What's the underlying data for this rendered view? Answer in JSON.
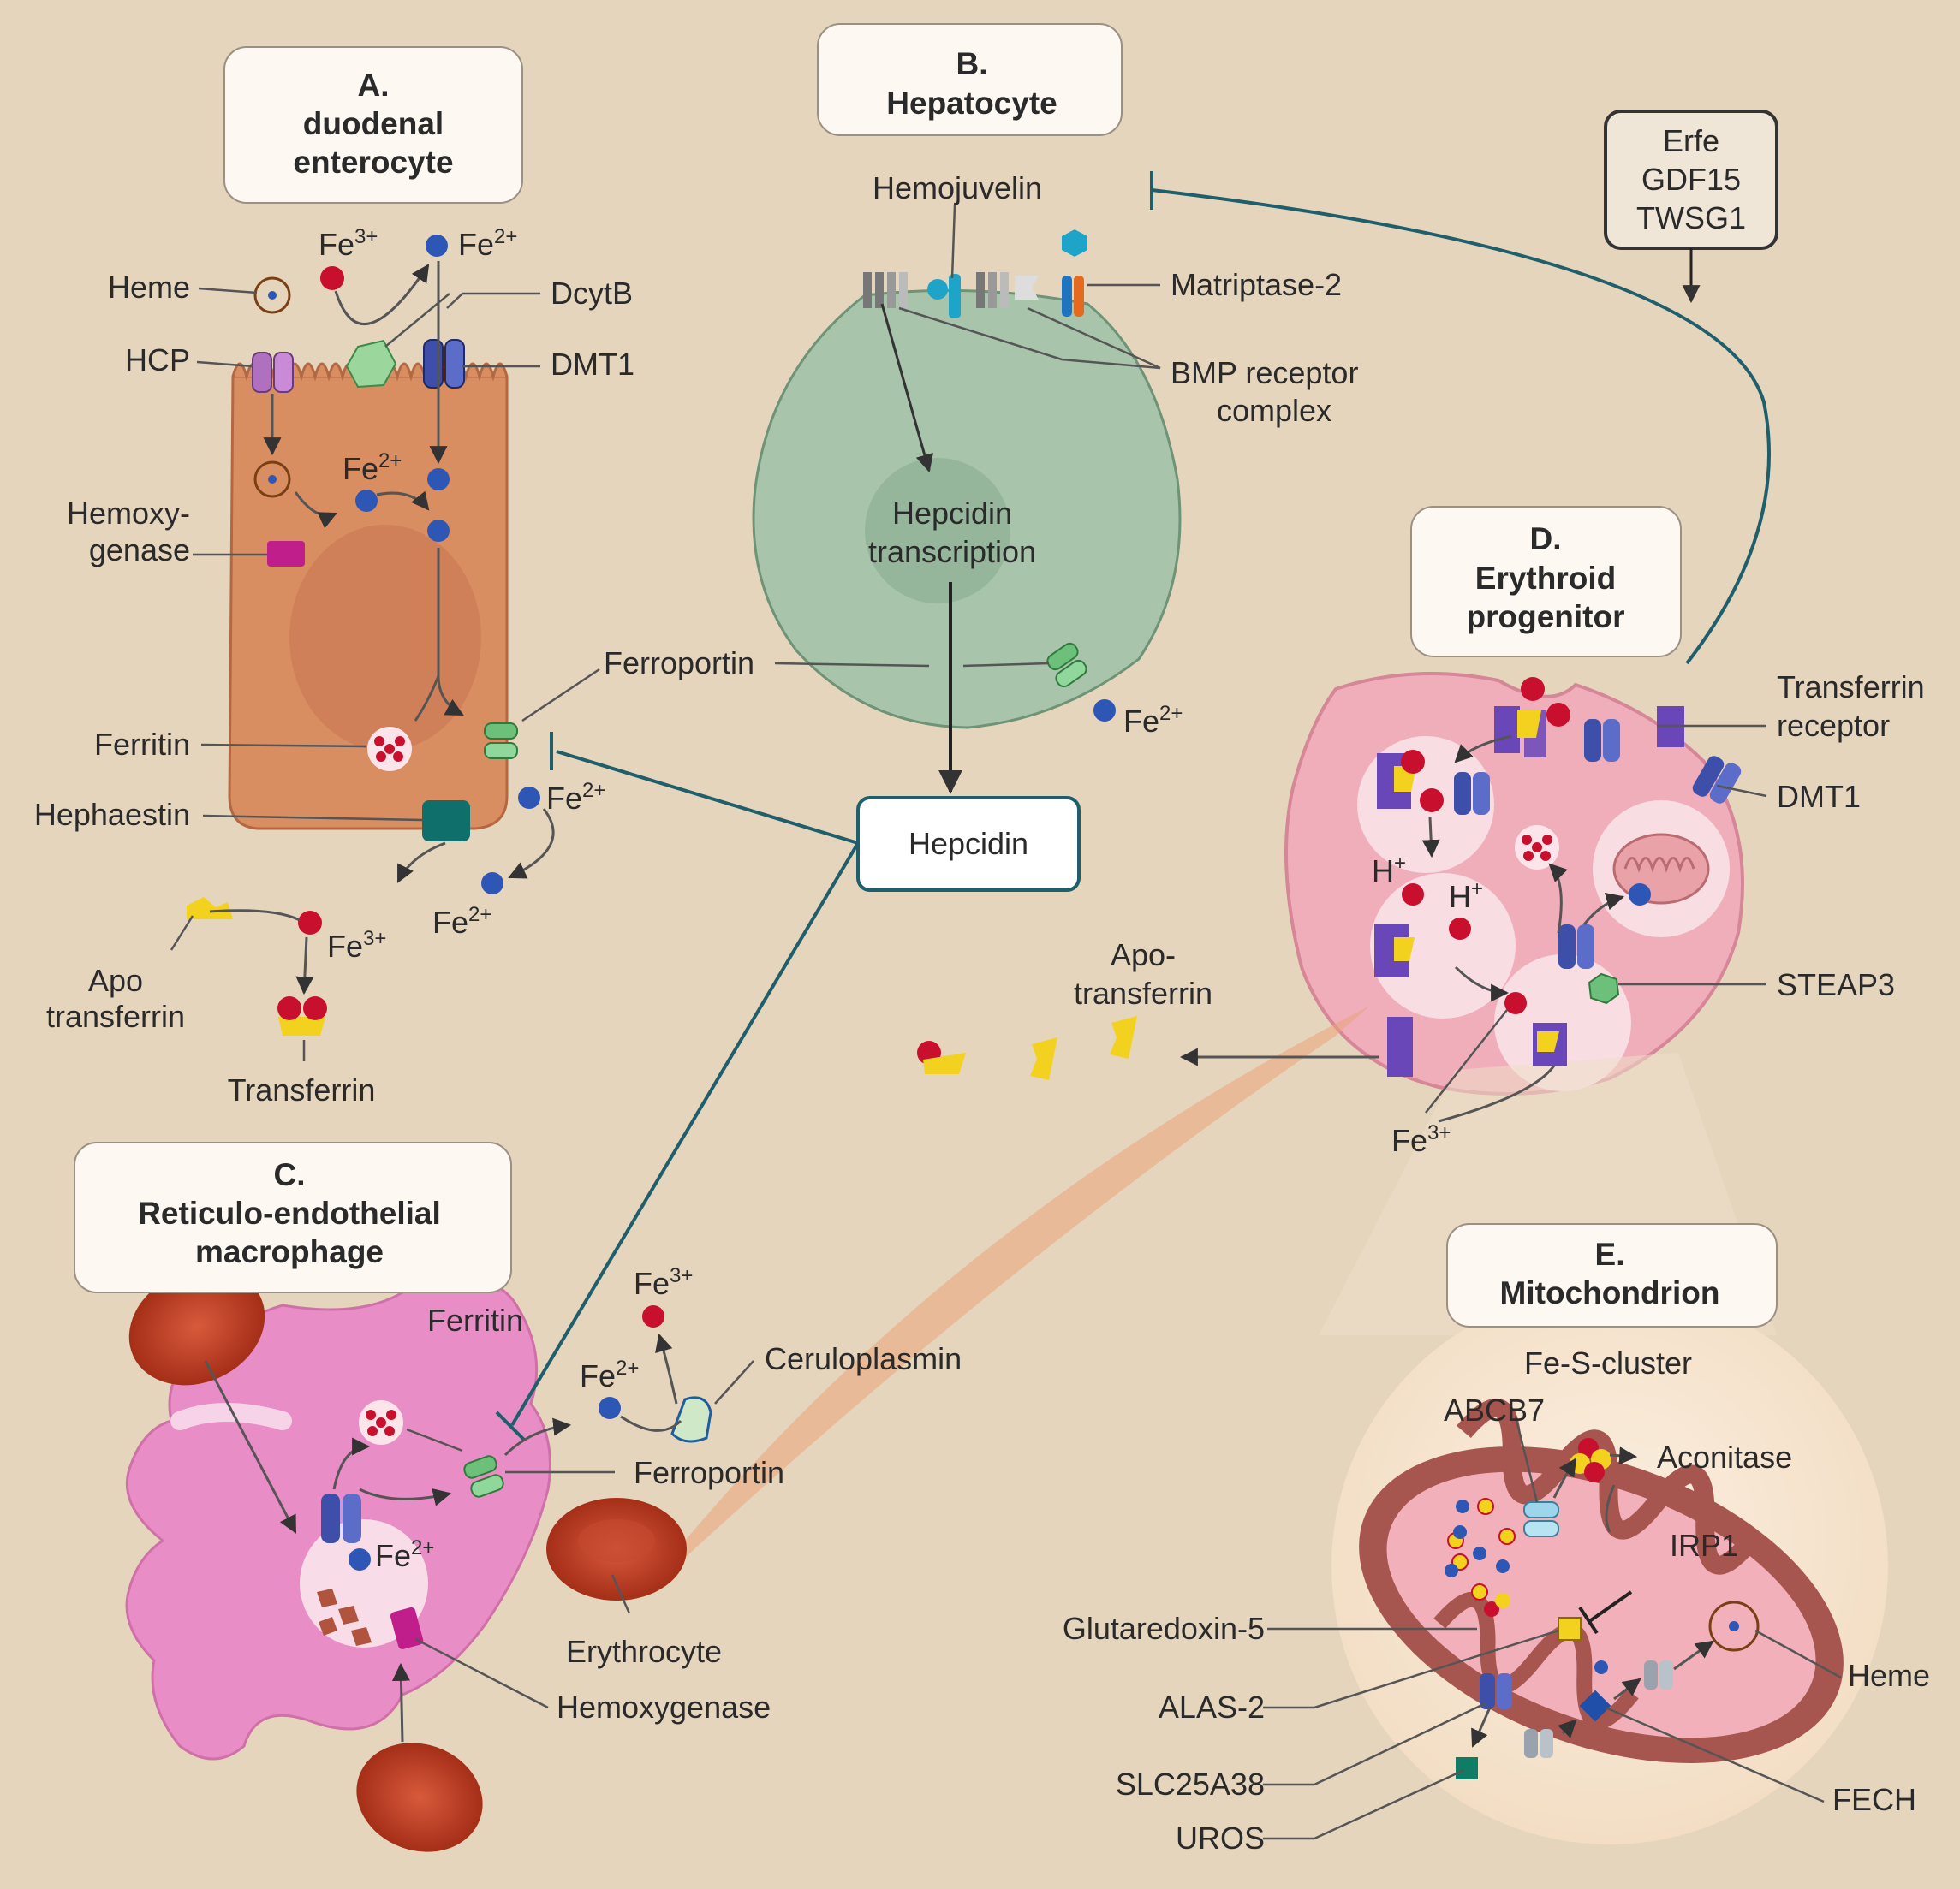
{
  "panels": {
    "A": {
      "letter": "A.",
      "line1": "duodenal",
      "line2": "enterocyte"
    },
    "B": {
      "letter": "B.",
      "line1": "Hepatocyte"
    },
    "C": {
      "letter": "C.",
      "line1": "Reticulo-endothelial",
      "line2": "macrophage"
    },
    "D": {
      "letter": "D.",
      "line1": "Erythroid",
      "line2": "progenitor"
    },
    "E": {
      "letter": "E.",
      "line1": "Mitochondrion"
    }
  },
  "regulators": [
    "Erfe",
    "GDF15",
    "TWSG1"
  ],
  "hepcidin_label": "Hepcidin",
  "ions": {
    "fe": "Fe",
    "two_plus": "2+",
    "three_plus": "3+",
    "h": "H",
    "plus": "+"
  },
  "labels": {
    "heme": "Heme",
    "hcp": "HCP",
    "dcytb": "DcytB",
    "dmt1": "DMT1",
    "hemoxygenase_l1": "Hemoxy-",
    "hemoxygenase_l2": "genase",
    "ferritin": "Ferritin",
    "ferroportin": "Ferroportin",
    "hephaestin": "Hephaestin",
    "apo_transferrin_l1": "Apo",
    "apo_transferrin_l2": "transferrin",
    "transferrin": "Transferrin",
    "hemojuvelin": "Hemojuvelin",
    "matriptase": "Matriptase-2",
    "bmp_l1": "BMP receptor",
    "bmp_l2": "complex",
    "hepcidin_tx_l1": "Hepcidin",
    "hepcidin_tx_l2": "transcription",
    "tfr_l1": "Transferrin",
    "tfr_l2": "receptor",
    "steap3": "STEAP3",
    "apo_l1": "Apo-",
    "apo_l2": "transferrin",
    "ceruloplasmin": "Ceruloplasmin",
    "erythrocyte": "Erythrocyte",
    "hemoxygenase": "Hemoxygenase",
    "fes": "Fe-S-cluster",
    "abcb7": "ABCB7",
    "aconitase": "Aconitase",
    "irp1": "IRP1",
    "glutaredoxin": "Glutaredoxin-5",
    "alas2": "ALAS-2",
    "slc25a38": "SLC25A38",
    "uros": "UROS",
    "fech": "FECH"
  },
  "colors": {
    "background": "#e6d5bd",
    "enterocyte": "#d98e62",
    "hepatocyte": "#a8c4ab",
    "erythroid": "#f0aebb",
    "macrophage": "#e98dc6",
    "mitochondrion": "#a7554f",
    "iron_fe2": "#2e57b5",
    "iron_fe3": "#c8102e",
    "transferrin": "#f2d21e",
    "regulatory_line": "#1f5e6b"
  }
}
